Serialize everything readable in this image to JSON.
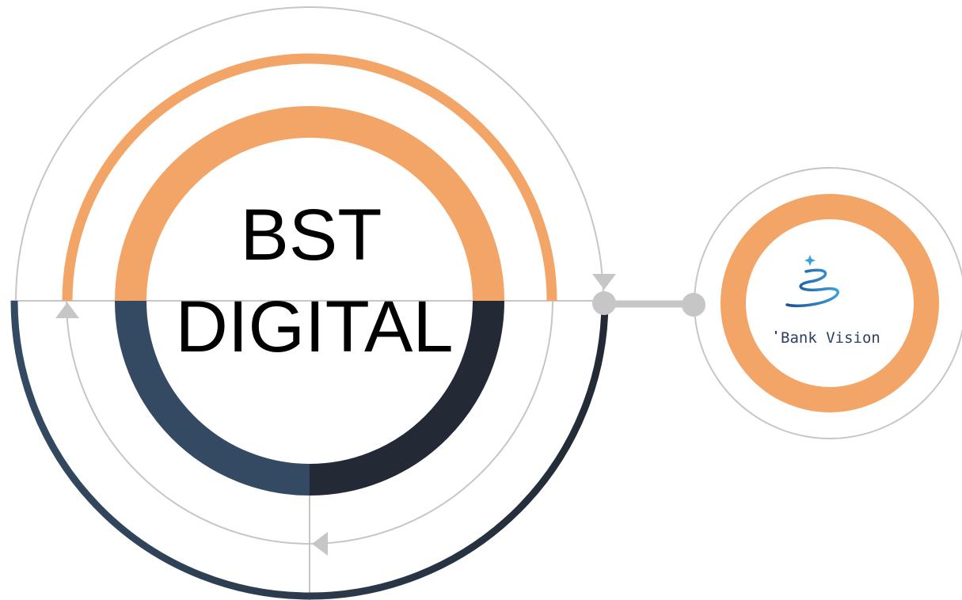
{
  "diagram": {
    "title_line1": "BST",
    "title_line2": "DIGITAL",
    "logo_text": "Bank Vision"
  },
  "colors": {
    "orange": "#f2a567",
    "navy": "#334a62",
    "dark": "#232a36",
    "guide_gray": "#c6c6c6",
    "logo_blue": "#2f6fb3"
  },
  "icons": {
    "logo": "bank-vision-swirl-logo",
    "arrows": [
      "arrow-down-icon",
      "arrow-up-icon",
      "arrow-left-icon"
    ],
    "connector": "connector-dots"
  }
}
